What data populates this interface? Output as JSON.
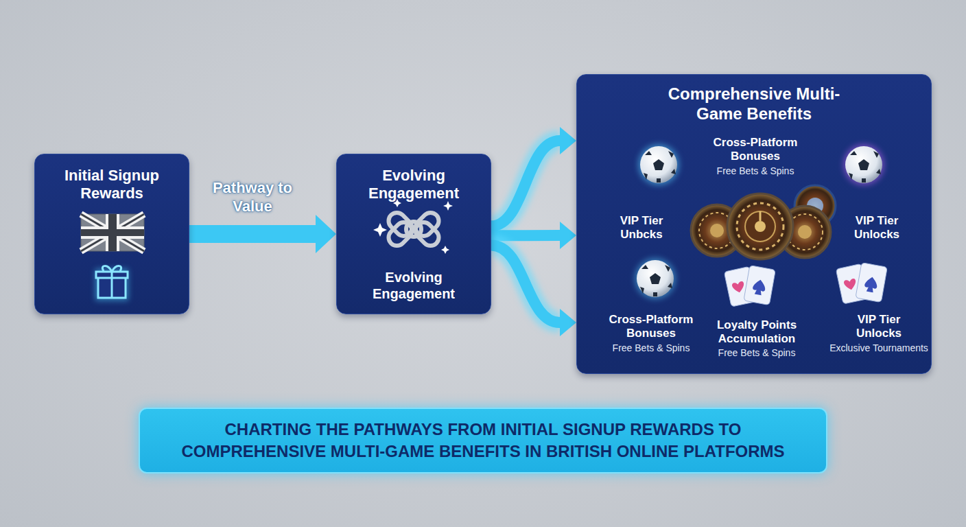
{
  "diagram": {
    "caption": "CHARTING THE PATHWAYS FROM INITIAL SIGNUP REWARDS TO COMPREHENSIVE MULTI-GAME BENEFITS IN BRITISH ONLINE PLATFORMS",
    "nodes": [
      {
        "text": [
          "Initial Signup Rewards"
        ]
      },
      {
        "text": [
          "Evolving Engagement",
          "Evolving Engagement"
        ]
      },
      {
        "text": [
          "Comprehensive Multi-Game Benefits"
        ]
      }
    ],
    "edges": [
      {
        "from": 0,
        "to": 1,
        "label": "Pathway to Value",
        "arrow": "to"
      },
      {
        "from": 1,
        "to": 2,
        "arrow": "to"
      },
      {
        "from": 1,
        "to": 2,
        "arrow": "to"
      },
      {
        "from": 1,
        "to": 2,
        "arrow": "to"
      }
    ],
    "labels": [
      "Cross-Platform Bonuses",
      "Free Bets & Spins",
      "VIP Tier Unbcks",
      "VIP Tier Unlocks",
      "Cross-Platform Bonuses",
      "Free Bets & Spins",
      "Loyalty Points Accumulation",
      "Free Bets & Spins",
      "VIP Tier Unlocks",
      "Exclusive Tournaments"
    ]
  }
}
